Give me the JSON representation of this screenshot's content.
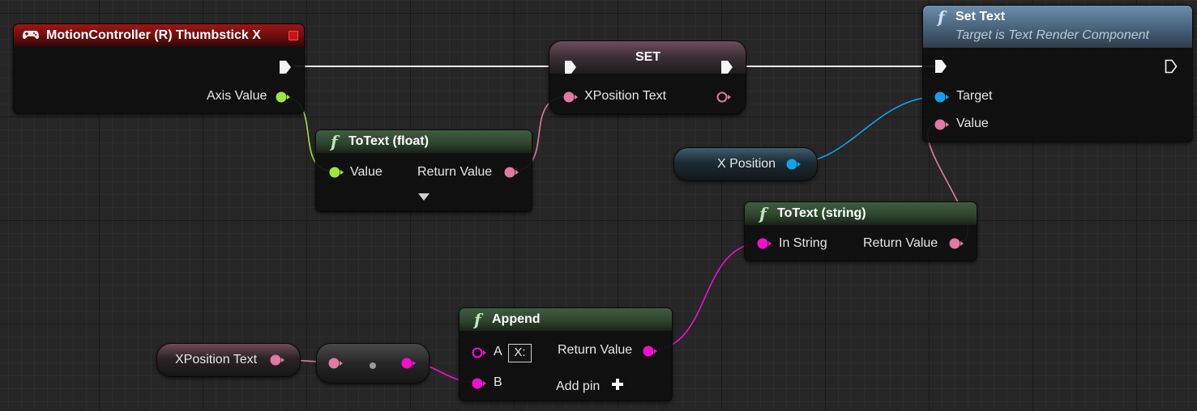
{
  "colors": {
    "exec": "#f5f5f5",
    "float_pin": "#9ee63c",
    "text_pin": "#e07aa0",
    "string_pin": "#f20fd2",
    "object_pin": "#13a0ee"
  },
  "nodes": {
    "event": {
      "title": "MotionController (R) Thumbstick X",
      "axis_label": "Axis Value",
      "icon": "gamepad-icon"
    },
    "totext_float": {
      "glyph": "f",
      "title": "ToText (float)",
      "value_label": "Value",
      "return_label": "Return Value",
      "expand_icon": "chevron-down-icon"
    },
    "set": {
      "title": "SET",
      "pin_label": "XPosition Text"
    },
    "set_text": {
      "glyph": "f",
      "title": "Set Text",
      "subtitle": "Target is Text Render Component",
      "target_label": "Target",
      "value_label": "Value"
    },
    "x_position": {
      "label": "X Position"
    },
    "totext_string": {
      "glyph": "f",
      "title": "ToText (string)",
      "in_label": "In String",
      "return_label": "Return Value"
    },
    "xposition_text": {
      "label": "XPosition Text"
    },
    "append": {
      "glyph": "f",
      "title": "Append",
      "a_label": "A",
      "a_value": "X:",
      "b_label": "B",
      "return_label": "Return Value",
      "add_pin_label": "Add pin",
      "add_icon": "plus-icon"
    }
  }
}
